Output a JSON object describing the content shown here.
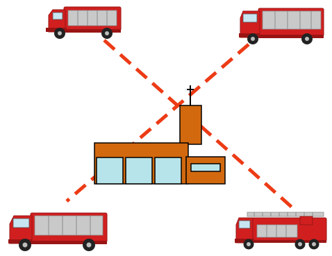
{
  "diagram": {
    "colors": {
      "background": "#ffffff",
      "connector": "#ec3b16",
      "station_wall": "#d2690f",
      "station_outline": "#000000",
      "station_glass": "#b7e4ea",
      "truck_red": "#d11f1f",
      "truck_dark_red": "#9a1414",
      "truck_panel": "#c9c9c9",
      "truck_glass": "#c7e6f2",
      "wheel": "#222222",
      "hub": "#bdbdbd"
    },
    "station": {
      "name": "fire-station",
      "icon": "fire-station-building-icon",
      "garage_doors": 3
    },
    "vehicles": [
      {
        "name": "fire-truck-top-left",
        "icon": "fire-engine-icon"
      },
      {
        "name": "fire-truck-top-right",
        "icon": "fire-engine-icon"
      },
      {
        "name": "fire-truck-bottom-left",
        "icon": "fire-engine-icon"
      },
      {
        "name": "aerial-ladder-truck-bottom-right",
        "icon": "ladder-truck-icon"
      }
    ],
    "connectors": [
      {
        "from": "fire-truck-top-left",
        "to": "aerial-ladder-truck-bottom-right",
        "style": "dashed"
      },
      {
        "from": "fire-truck-top-right",
        "to": "fire-truck-bottom-left",
        "style": "dashed"
      }
    ]
  }
}
